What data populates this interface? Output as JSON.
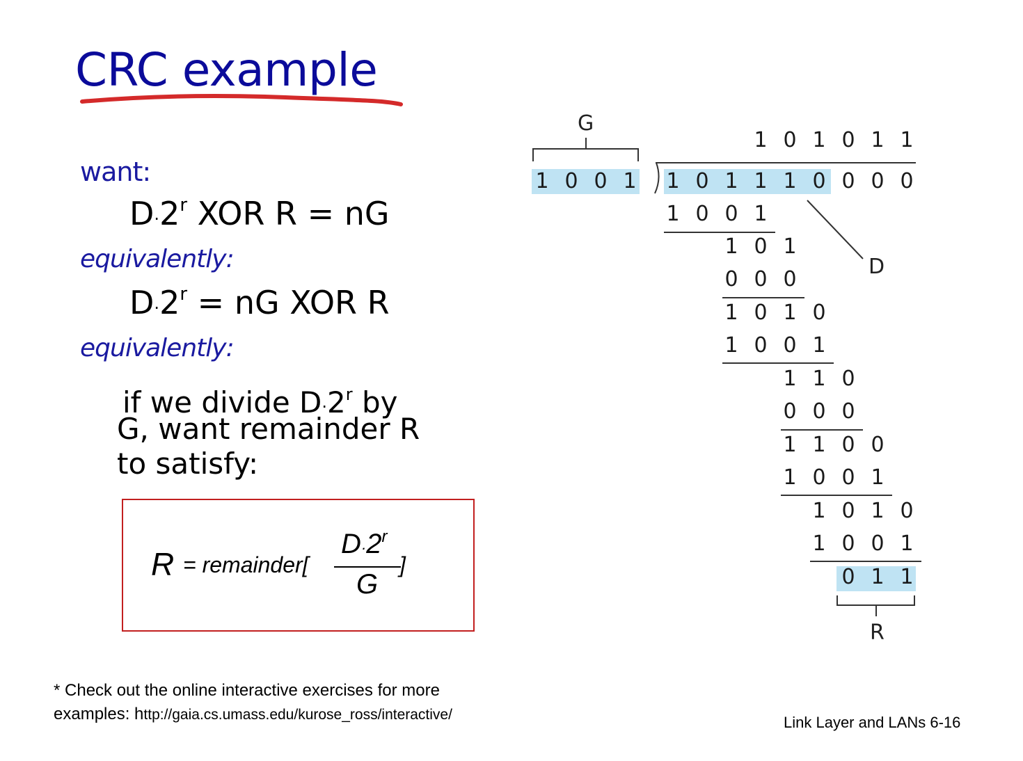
{
  "title": "CRC example",
  "want_label": "want:",
  "eq1": {
    "d": "D",
    "dot": "·",
    "two": "2",
    "r": "r",
    "rest": " XOR R = nG"
  },
  "equiv1": "equivalently:",
  "eq2": {
    "d": "D",
    "dot": "·",
    "two": "2",
    "r": "r",
    "rest": " = nG XOR R"
  },
  "equiv2": "equivalently:",
  "para": {
    "line1_a": "if we divide D",
    "dot": "·",
    "two": "2",
    "r": "r",
    "line1_b": " by",
    "line2": "G, want remainder R",
    "line3": "to satisfy:"
  },
  "formula": {
    "R": "R",
    "eq": "= remainder[",
    "num_d": "D",
    "num_dot": "·",
    "num_two": "2",
    "num_r": "r",
    "den": "G",
    "close": "]"
  },
  "division": {
    "G_label": "G",
    "D_label": "D",
    "R_label": "R",
    "divisor": [
      "1",
      "0",
      "0",
      "1"
    ],
    "quotient": [
      "1",
      "0",
      "1",
      "0",
      "1",
      "1"
    ],
    "dividend": [
      "1",
      "0",
      "1",
      "1",
      "1",
      "0",
      "0",
      "0",
      "0"
    ],
    "rows": [
      {
        "digits": [
          "1",
          "0",
          "0",
          "1"
        ],
        "start": 0
      },
      {
        "digits": [
          "1",
          "0",
          "1"
        ],
        "start": 2
      },
      {
        "digits": [
          "0",
          "0",
          "0"
        ],
        "start": 2
      },
      {
        "digits": [
          "1",
          "0",
          "1",
          "0"
        ],
        "start": 2
      },
      {
        "digits": [
          "1",
          "0",
          "0",
          "1"
        ],
        "start": 2
      },
      {
        "digits": [
          "1",
          "1",
          "0"
        ],
        "start": 4
      },
      {
        "digits": [
          "0",
          "0",
          "0"
        ],
        "start": 4
      },
      {
        "digits": [
          "1",
          "1",
          "0",
          "0"
        ],
        "start": 4
      },
      {
        "digits": [
          "1",
          "0",
          "0",
          "1"
        ],
        "start": 4
      },
      {
        "digits": [
          "1",
          "0",
          "1",
          "0"
        ],
        "start": 5
      },
      {
        "digits": [
          "1",
          "0",
          "0",
          "1"
        ],
        "start": 5
      },
      {
        "digits": [
          "0",
          "1",
          "1"
        ],
        "start": 6
      }
    ]
  },
  "footnote": {
    "line1": "* Check out the online interactive exercises for more",
    "line2_a": "examples: h",
    "line2_b": "ttp://gaia.cs.umass.edu/kurose_ross/interactive/"
  },
  "footer": "Link Layer and LANs  6-16",
  "colors": {
    "title": "#0b0b9a",
    "underline": "#d42a2a",
    "box_border": "#c21f1f",
    "highlight": "#bfe3f3"
  }
}
